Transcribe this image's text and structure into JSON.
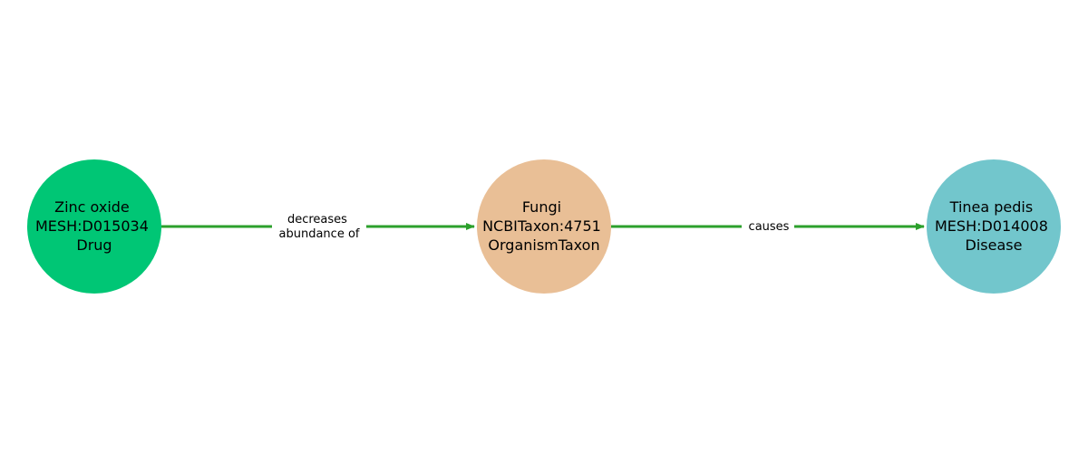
{
  "colors": {
    "edge": "#2ca02c",
    "text": "#000000",
    "background": "#ffffff"
  },
  "nodes": [
    {
      "id": "zinc-oxide",
      "lines": [
        "Zinc oxide",
        "MESH:D015034",
        "Drug"
      ],
      "color": "#00c675"
    },
    {
      "id": "fungi",
      "lines": [
        "Fungi",
        "NCBITaxon:4751",
        "OrganismTaxon"
      ],
      "color": "#e9bf96"
    },
    {
      "id": "tinea-pedis",
      "lines": [
        "Tinea pedis",
        "MESH:D014008",
        "Disease"
      ],
      "color": "#72c6cc"
    }
  ],
  "edges": [
    {
      "from": "zinc-oxide",
      "to": "fungi",
      "label_lines": [
        "decreases",
        "abundance of"
      ]
    },
    {
      "from": "fungi",
      "to": "tinea-pedis",
      "label_lines": [
        "causes"
      ]
    }
  ]
}
